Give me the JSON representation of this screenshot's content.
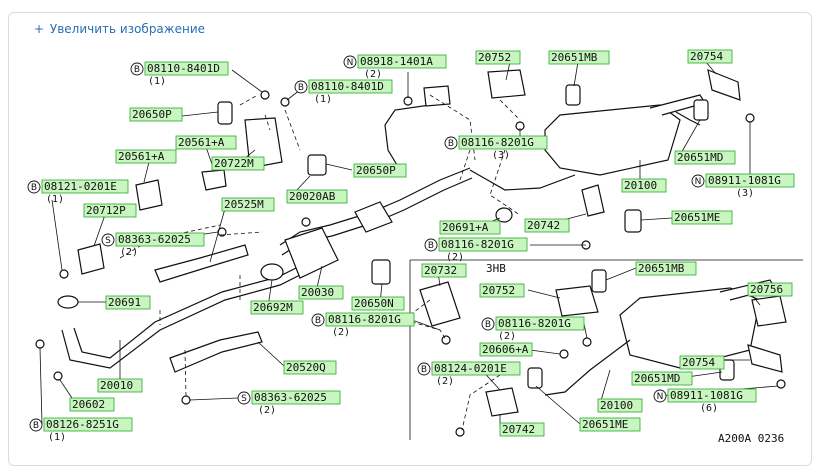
{
  "zoom_link": {
    "plus": "+",
    "label": "Увеличить изображение"
  },
  "variant_label": "3HB",
  "figure_ref": "A200A 0236",
  "prefix_b": "B",
  "prefix_n": "N",
  "prefix_s": "S",
  "parts": {
    "p08110_8401D_a": "08110-8401D",
    "p08110_8401D_a_qty": "(1)",
    "p08918_1401A": "08918-1401A",
    "p08918_1401A_qty": "(2)",
    "p20752_top": "20752",
    "p20651MB_top": "20651MB",
    "p20754_top": "20754",
    "p08110_8401D_b": "08110-8401D",
    "p08110_8401D_b_qty": "(1)",
    "p20650P_a": "20650P",
    "p20561A_a": "20561+A",
    "p20561A_b": "20561+A",
    "p20722M": "20722M",
    "p08116_8201G_a": "08116-8201G",
    "p08116_8201G_a_qty": "(3)",
    "p20650P_b": "20650P",
    "p20651MD_a": "20651MD",
    "p08121_0201E": "08121-0201E",
    "p08121_0201E_qty": "(1)",
    "p20020AB": "20020AB",
    "p20100_a": "20100",
    "p08911_1081G_a": "08911-1081G",
    "p08911_1081G_a_qty": "(3)",
    "p20712P": "20712P",
    "p20525M": "20525M",
    "p20651ME_a": "20651ME",
    "p08363_62025_a": "08363-62025",
    "p08363_62025_a_qty": "(2)",
    "p20691A": "20691+A",
    "p20742_a": "20742",
    "p08116_8201G_b": "08116-8201G",
    "p08116_8201G_b_qty": "(2)",
    "p20732": "20732",
    "p20651MB_b": "20651MB",
    "p20030": "20030",
    "p20650N": "20650N",
    "p20752_b": "20752",
    "p20756": "20756",
    "p20691": "20691",
    "p20692M": "20692M",
    "p08116_8201G_c": "08116-8201G",
    "p08116_8201G_c_qty": "(2)",
    "p08116_8201G_d": "08116-8201G",
    "p08116_8201G_d_qty": "(2)",
    "p20606A": "20606+A",
    "p20754_b": "20754",
    "p08124_0201E": "08124-0201E",
    "p08124_0201E_qty": "(2)",
    "p20651MD_b": "20651MD",
    "p20010": "20010",
    "p20520Q": "20520Q",
    "p08911_1081G_b": "08911-1081G",
    "p08911_1081G_b_qty": "(6)",
    "p20602": "20602",
    "p08363_62025_b": "08363-62025",
    "p08363_62025_b_qty": "(2)",
    "p20100_b": "20100",
    "p08126_8251G": "08126-8251G",
    "p08126_8251G_qty": "(1)",
    "p20742_b": "20742",
    "p20651ME_b": "20651ME"
  }
}
